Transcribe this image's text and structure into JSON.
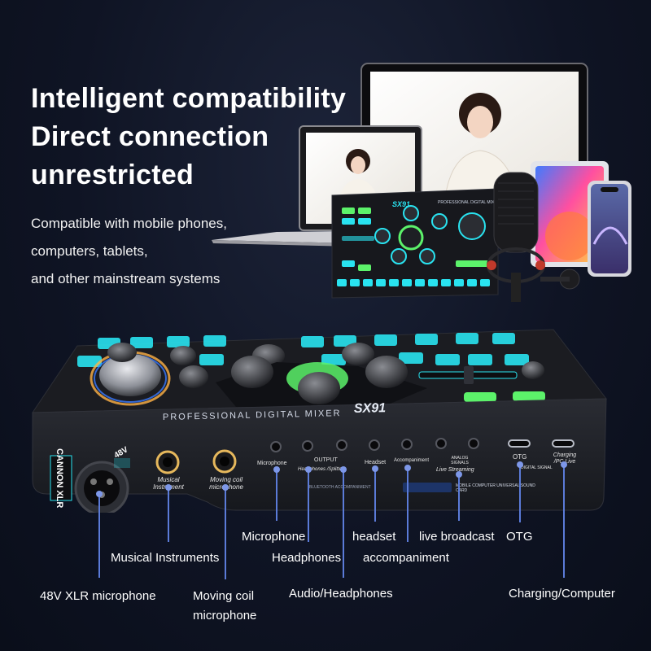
{
  "headline": {
    "line1": "Intelligent compatibility",
    "line2": "Direct connection",
    "line3": "unrestricted"
  },
  "subtext": {
    "line1": "Compatible with mobile phones,",
    "line2": "computers, tablets,",
    "line3": "and other mainstream systems"
  },
  "mini_mixer": {
    "model": "SX91",
    "caption": "PROFESSIONAL DIGITAL MIXER"
  },
  "mixer": {
    "model": "SX91",
    "caption": "PROFESSIONAL DIGITAL MIXER",
    "xlr_badge": "CANNON XLR",
    "phantom_badge": "48V",
    "port_texts": {
      "musical_instrument": "Musical Instrument",
      "moving_coil": "Moving coil microphone",
      "microphone": "Microphone",
      "output": "OUTPUT",
      "headphones_splitters": "Headphones /Splitters",
      "headset": "Headset",
      "accompaniment": "Accompaniment",
      "analog_signals": "ANALOG SIGNALS",
      "live_streaming": "Live Streaming",
      "otg": "OTG",
      "digital_signal": "DIGITAL SIGNAL",
      "charging_pclive": "Charging /PC Live",
      "bluetooth_text": "BLUETOOTH ACCOMPANIMENT",
      "universal_card": "MOBILE COMPUTER UNIVERSAL SOUND CARD"
    }
  },
  "callouts": {
    "microphone": "Microphone",
    "headset": "headset",
    "live_broadcast": "live broadcast",
    "otg": "OTG",
    "musical_instruments": "Musical Instruments",
    "headphones": "Headphones",
    "accompaniment": "accompaniment",
    "xlr_mic": "48V XLR microphone",
    "moving_coil_line1": "Moving coil",
    "moving_coil_line2": "microphone",
    "audio_headphones": "Audio/Headphones",
    "charging_computer": "Charging/Computer"
  },
  "colors": {
    "accent_cyan": "#29e3f0",
    "accent_green": "#5cf26a",
    "leader_blue": "#5b7bd8"
  }
}
